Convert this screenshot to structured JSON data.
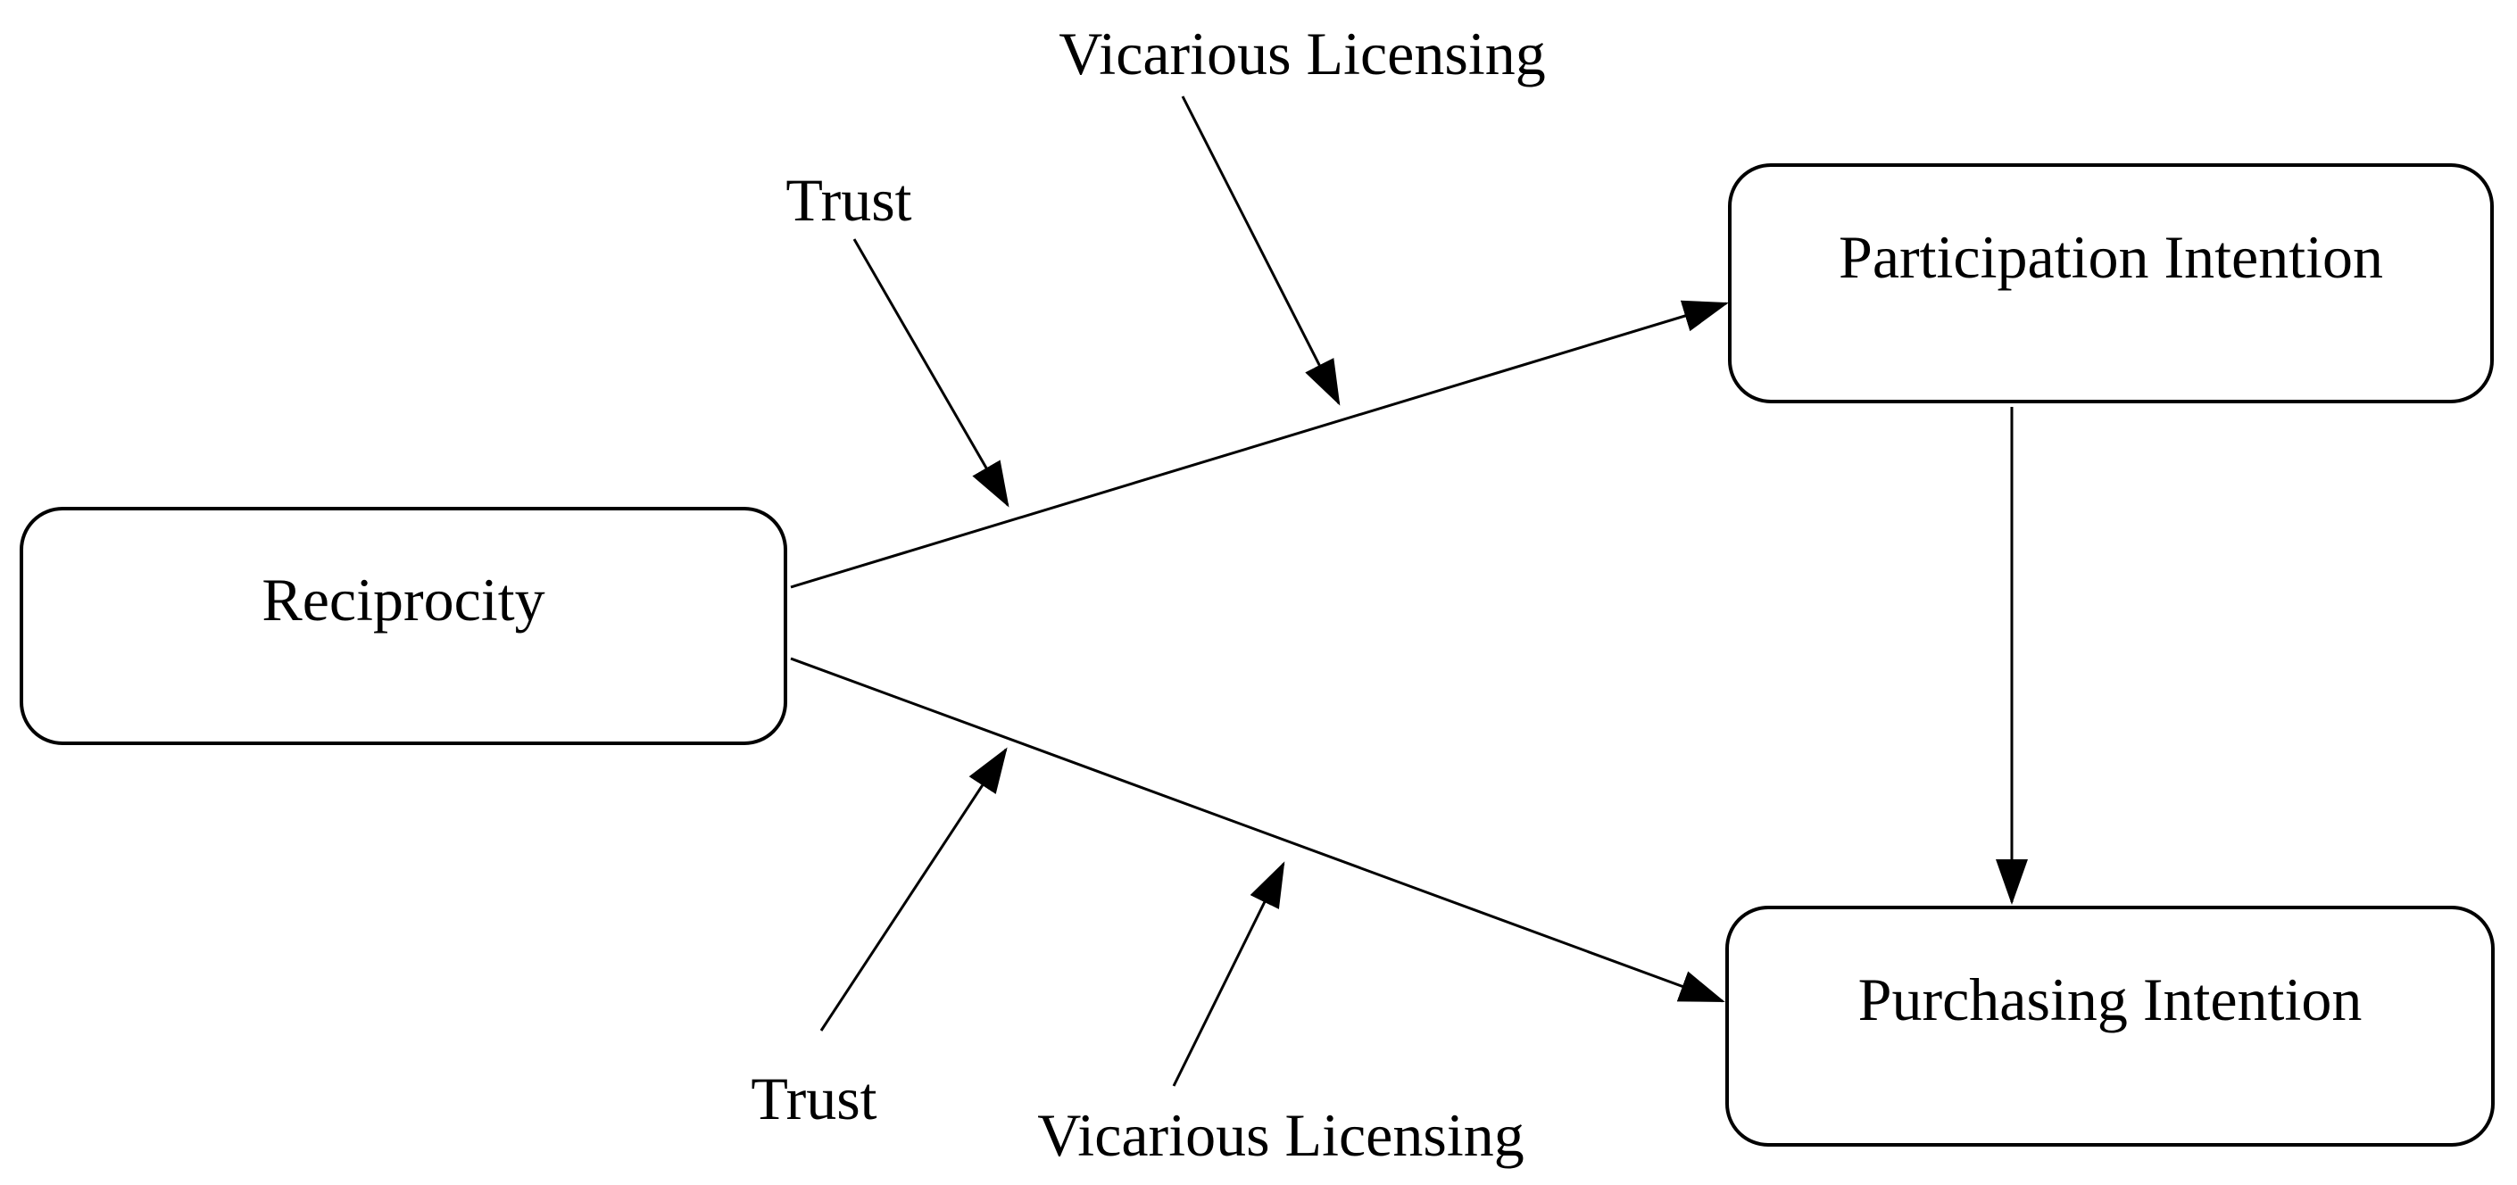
{
  "figure": {
    "type": "moderation-model-diagram",
    "background_color": "#ffffff",
    "line_color": "#000000",
    "nodes": [
      {
        "id": "reciprocity",
        "label": "Reciprocity"
      },
      {
        "id": "participation-intention",
        "label": "Participation Intention"
      },
      {
        "id": "purchasing-intention",
        "label": "Purchasing Intention"
      }
    ],
    "edges": [
      {
        "from": "reciprocity",
        "to": "participation-intention",
        "style": "arrow"
      },
      {
        "from": "reciprocity",
        "to": "purchasing-intention",
        "style": "arrow"
      },
      {
        "from": "participation-intention",
        "to": "purchasing-intention",
        "style": "arrow"
      }
    ],
    "moderators": [
      {
        "id": "trust-top",
        "label": "Trust",
        "points_at": "reciprocity to participation-intention path"
      },
      {
        "id": "vicarious-licensing-top",
        "label": "Vicarious Licensing",
        "points_at": "reciprocity to participation-intention path"
      },
      {
        "id": "trust-bottom",
        "label": "Trust",
        "points_at": "reciprocity to purchasing-intention path"
      },
      {
        "id": "vicarious-licensing-bottom",
        "label": "Vicarious Licensing",
        "points_at": "reciprocity to purchasing-intention path"
      }
    ]
  }
}
